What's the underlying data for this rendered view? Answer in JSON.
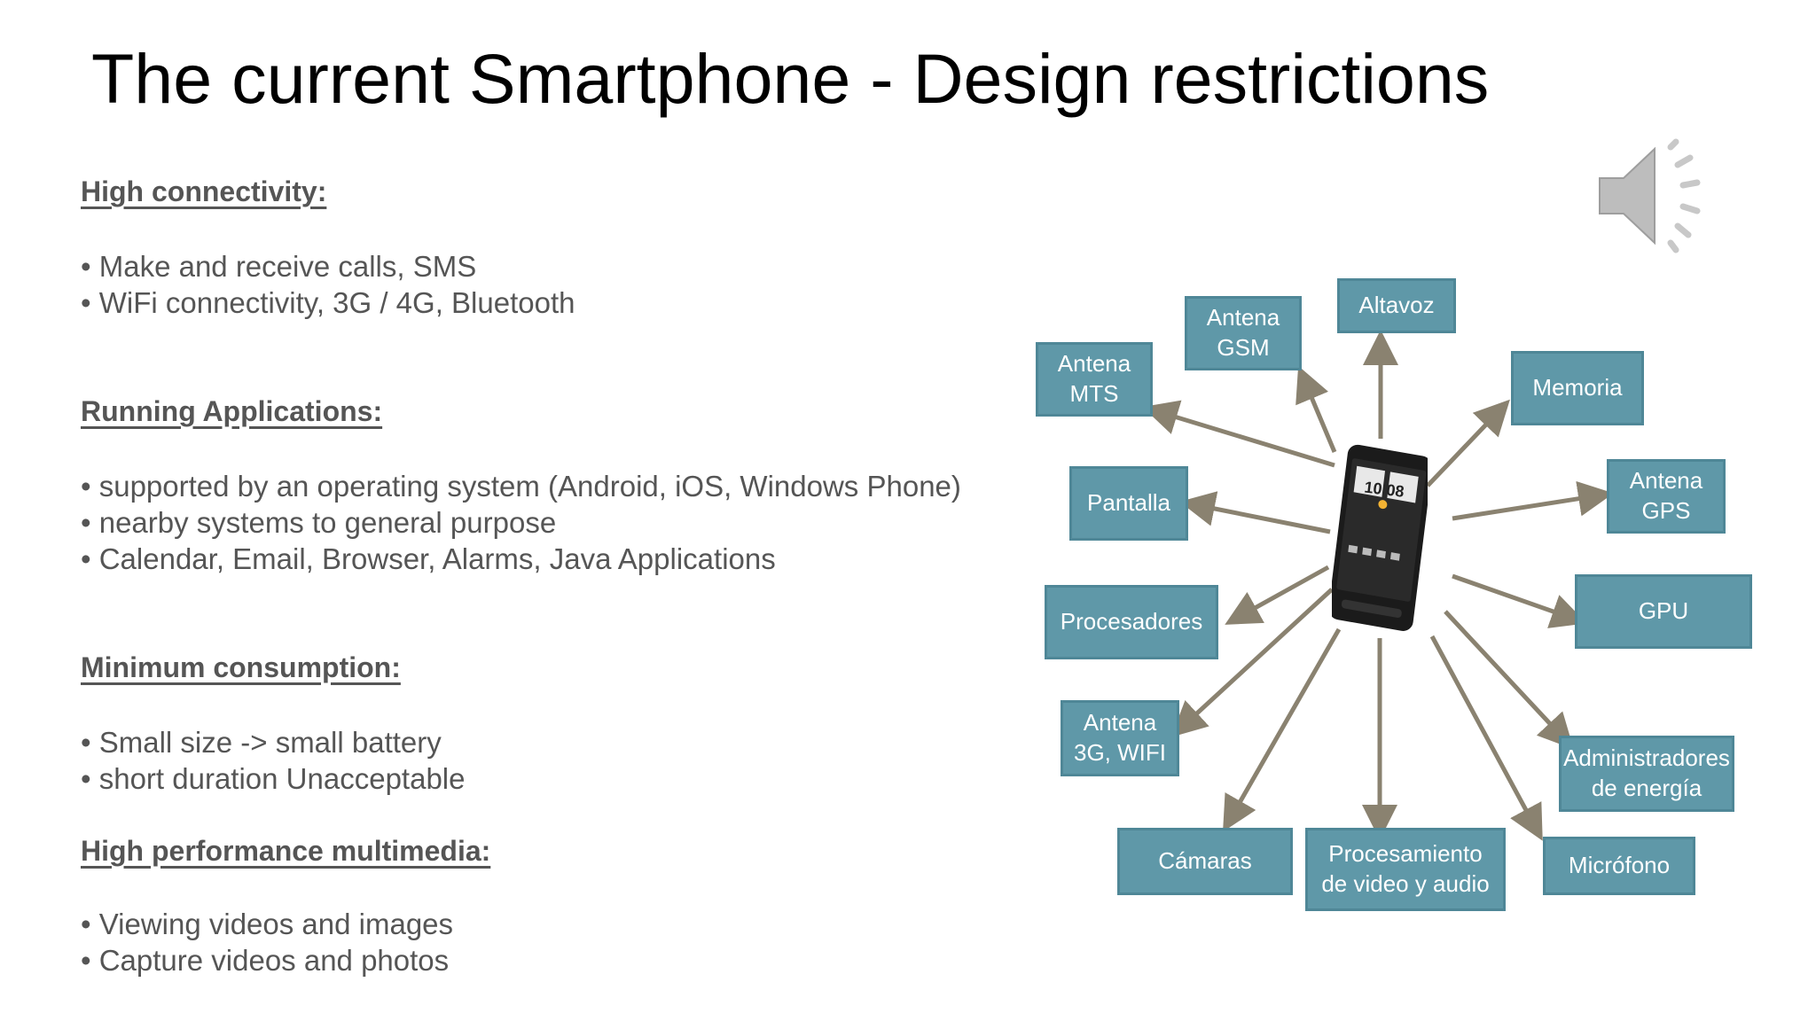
{
  "title": "The current Smartphone - Design restrictions",
  "sections": [
    {
      "heading": "High connectivity:",
      "bullets": [
        "• Make and receive calls, SMS",
        "• WiFi connectivity, 3G / 4G, Bluetooth"
      ]
    },
    {
      "heading": "Running Applications:",
      "bullets": [
        "• supported by an operating system (Android, iOS, Windows Phone)",
        "• nearby systems to general purpose",
        "• Calendar, Email, Browser, Alarms, Java Applications"
      ]
    },
    {
      "heading": "Minimum consumption:",
      "bullets": [
        "• Small size -> small battery",
        "• short duration Unacceptable"
      ]
    },
    {
      "heading": "High performance multimedia:",
      "bullets": [
        "• Viewing videos and images",
        "• Capture videos and photos"
      ]
    }
  ],
  "diagram": {
    "phone_time": "10 08",
    "labels": {
      "antena_gsm": "Antena\nGSM",
      "altavoz": "Altavoz",
      "antena_mts": "Antena\nMTS",
      "memoria": "Memoria",
      "pantalla": "Pantalla",
      "antena_gps": "Antena\nGPS",
      "procesadores": "Procesadores",
      "gpu": "GPU",
      "antena_3g": "Antena\n3G, WIFI",
      "administradores": "Administradores\nde energía",
      "camaras": "Cámaras",
      "procesamiento": "Procesamiento\nde video y audio",
      "microfono": "Micrófono"
    }
  },
  "colors": {
    "box": "#5f98a8",
    "arrow": "#8a8270",
    "text": "#555555"
  },
  "icons": {
    "audio": "speaker-icon"
  }
}
